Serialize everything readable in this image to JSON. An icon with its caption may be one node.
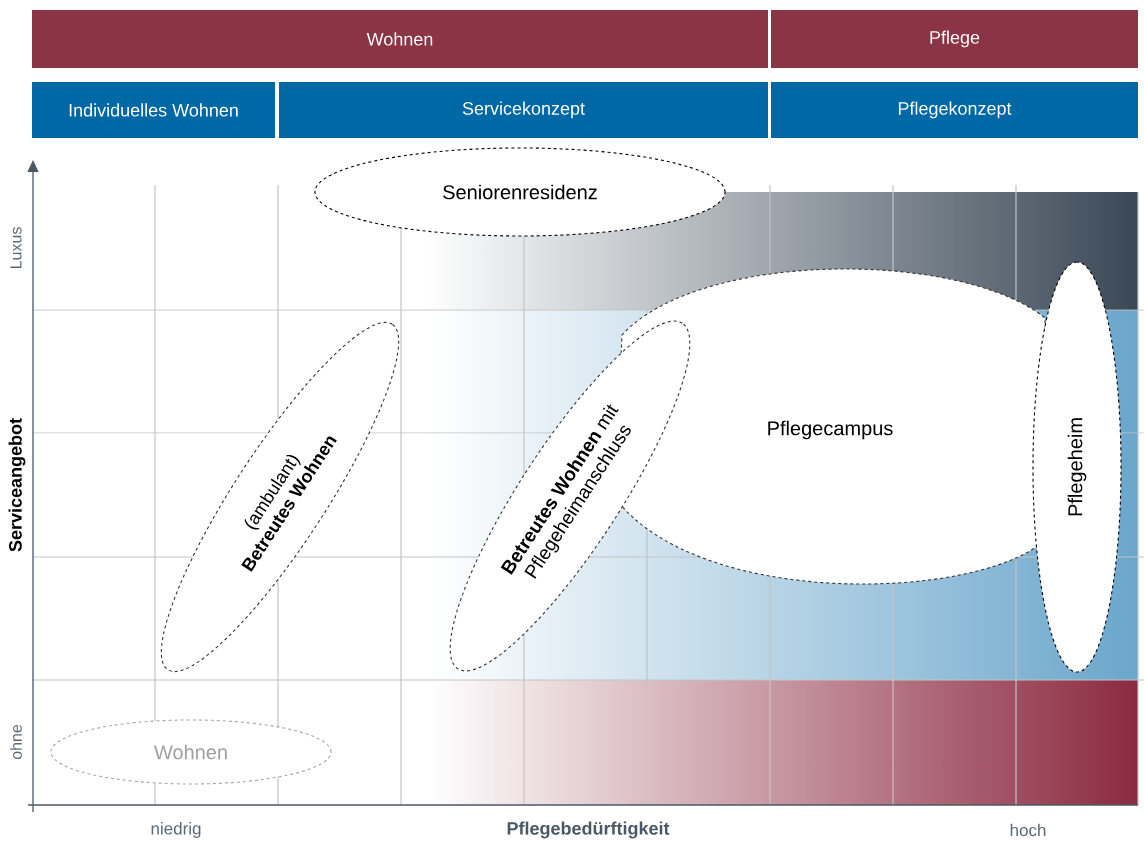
{
  "diagram": {
    "nodes": [
      {
        "text": [
          "Wohnen"
        ]
      },
      {
        "text": [
          "Pflege"
        ]
      },
      {
        "text": [
          "Individuelles Wohnen"
        ]
      },
      {
        "text": [
          "Servicekonzept"
        ]
      },
      {
        "text": [
          "Pflegekonzept"
        ]
      },
      {
        "text": [
          "Seniorenresidenz"
        ]
      },
      {
        "text": [
          "(ambulant) **Betreutes Wohnen**"
        ]
      },
      {
        "text": [
          "**Betreutes Wohnen** mit Pflegeheimanschluss"
        ]
      },
      {
        "text": [
          "Pflegecampus"
        ]
      },
      {
        "text": [
          "Pflegeheim"
        ]
      },
      {
        "text": [
          "Wohnen"
        ]
      }
    ],
    "labels": [
      "Luxus",
      "Serviceangebot",
      "ohne",
      "niedrig",
      "Pflegebedürftigkeit",
      "hoch"
    ]
  }
}
